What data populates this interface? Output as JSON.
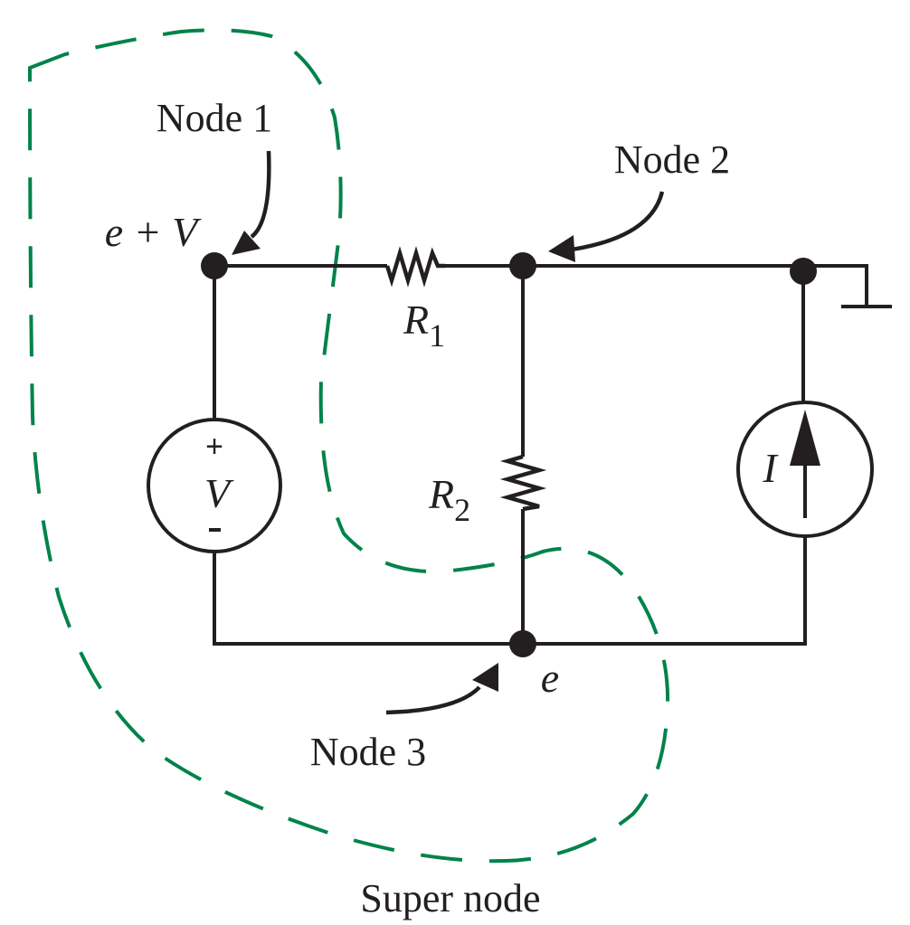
{
  "diagram": {
    "title": "Super node circuit",
    "colors": {
      "wire": "#231f20",
      "supernode": "#00834a",
      "background": "#ffffff"
    },
    "nodes": {
      "node1": {
        "label": "Node 1",
        "voltage": "e + V"
      },
      "node2": {
        "label": "Node 2"
      },
      "node3": {
        "label": "Node 3",
        "voltage": "e"
      }
    },
    "components": {
      "r1": {
        "symbol": "R",
        "subscript": "1"
      },
      "r2": {
        "symbol": "R",
        "subscript": "2"
      },
      "voltage_source": {
        "symbol": "V",
        "plus": "+",
        "minus": "-"
      },
      "current_source": {
        "symbol": "I"
      }
    },
    "supernode_label": "Super node",
    "ground_icon": "ground-icon"
  }
}
